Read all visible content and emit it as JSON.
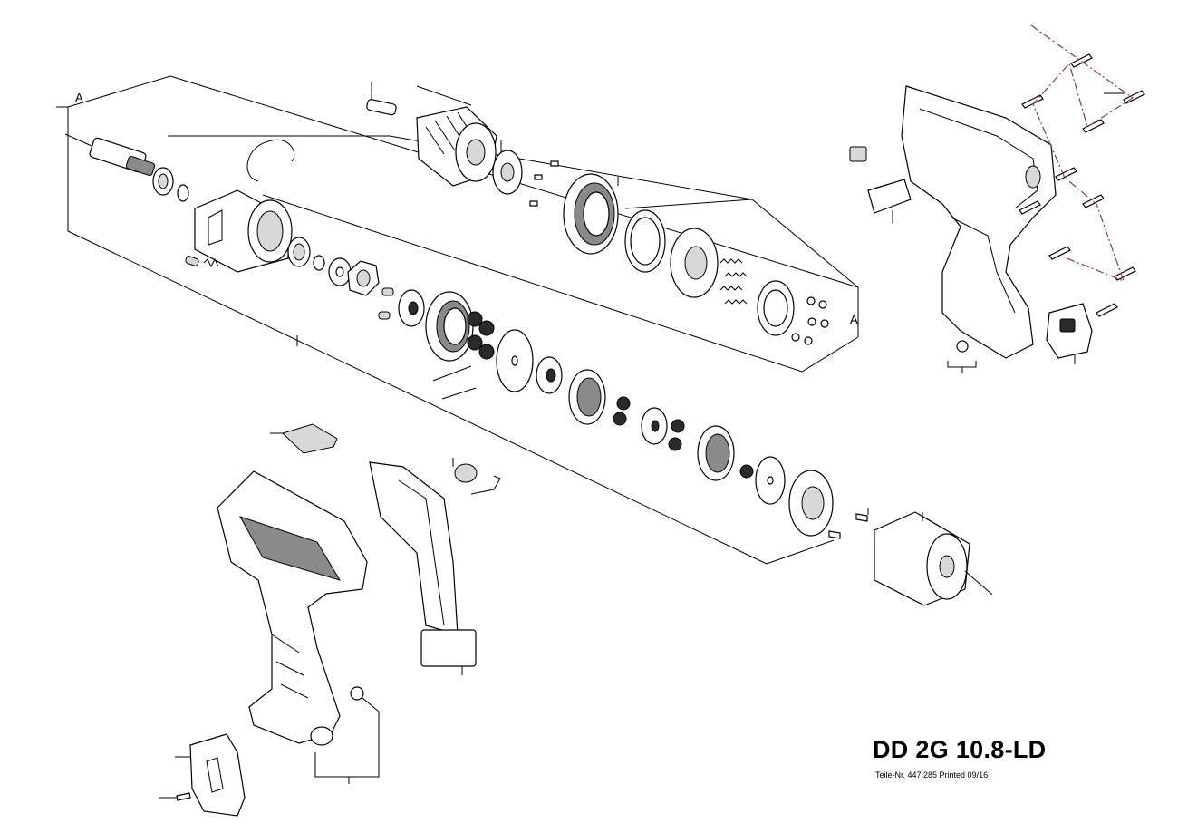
{
  "drawing": {
    "model": "DD 2G 10.8-LD",
    "part_info": "Teile-Nr. 447.285  Printed 09/16",
    "callout_marks": [
      "A",
      "A"
    ]
  },
  "colors": {
    "ink": "#000000",
    "screw_leader": "#8a3a4a",
    "background": "#ffffff"
  }
}
